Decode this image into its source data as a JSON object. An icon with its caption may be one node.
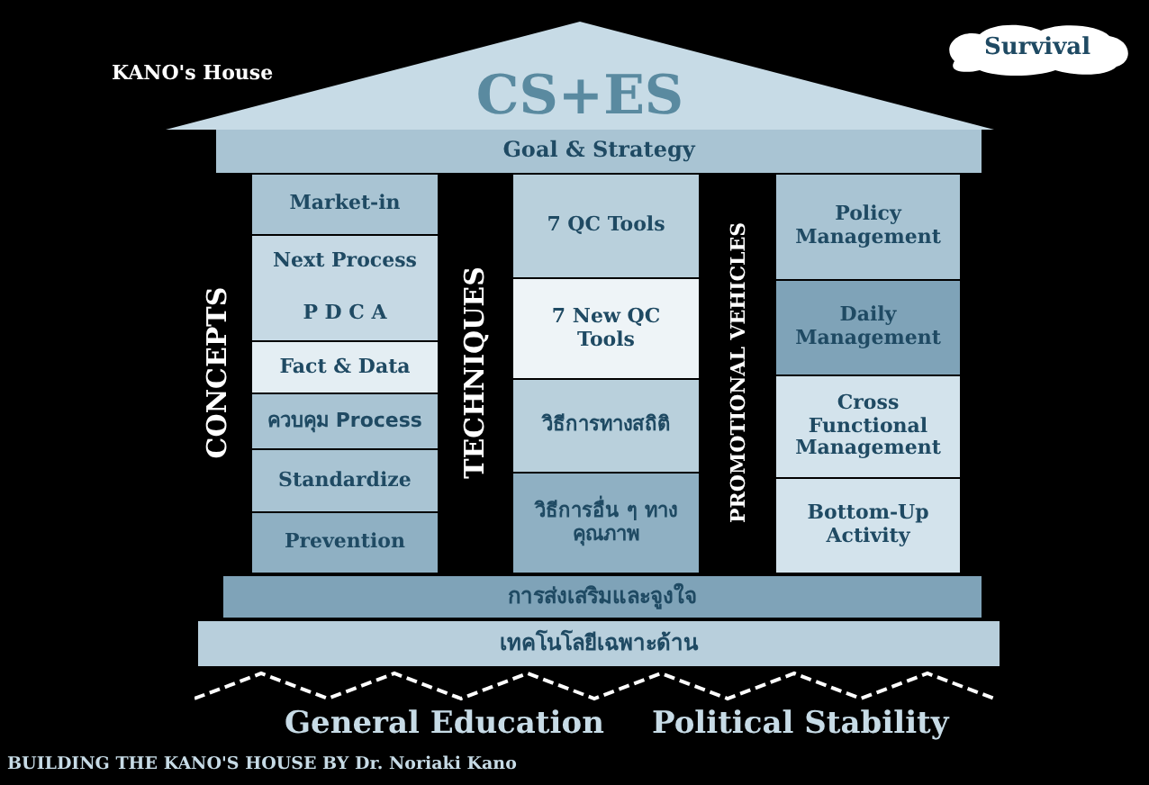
{
  "diagram": {
    "nodes": [
      {
        "text": [
          "CS+ES"
        ]
      },
      {
        "text": [
          "Survival"
        ]
      },
      {
        "text": [
          "Goal & Strategy"
        ]
      },
      {
        "text": [
          "Market-in"
        ]
      },
      {
        "text": [
          "Next Process"
        ]
      },
      {
        "text": [
          "P D C A"
        ]
      },
      {
        "text": [
          "Fact & Data"
        ]
      },
      {
        "text": [
          "ควบคุม Process"
        ]
      },
      {
        "text": [
          "Standardize"
        ]
      },
      {
        "text": [
          "Prevention"
        ]
      },
      {
        "text": [
          "7 QC Tools"
        ]
      },
      {
        "text": [
          "7 New QC Tools"
        ]
      },
      {
        "text": [
          "วิธีการทางสถิติ"
        ]
      },
      {
        "text": [
          "วิธีการอื่น ๆ ทางคุณภาพ"
        ]
      },
      {
        "text": [
          "Policy Management"
        ]
      },
      {
        "text": [
          "Daily Management"
        ]
      },
      {
        "text": [
          "Cross Functional Management"
        ]
      },
      {
        "text": [
          "Bottom-Up Activity"
        ]
      },
      {
        "text": [
          "การส่งเสริมและจูงใจ"
        ]
      },
      {
        "text": [
          "เทคโนโลยีเฉพาะด้าน"
        ]
      }
    ],
    "edges": [],
    "labels": [
      "KANO's House",
      "CONCEPTS",
      "TECHNIQUES",
      "PROMOTIONAL VEHICLES",
      "General Education",
      "Political Stability",
      "BUILDING THE KANO'S HOUSE BY Dr. Noriaki Kano"
    ]
  }
}
